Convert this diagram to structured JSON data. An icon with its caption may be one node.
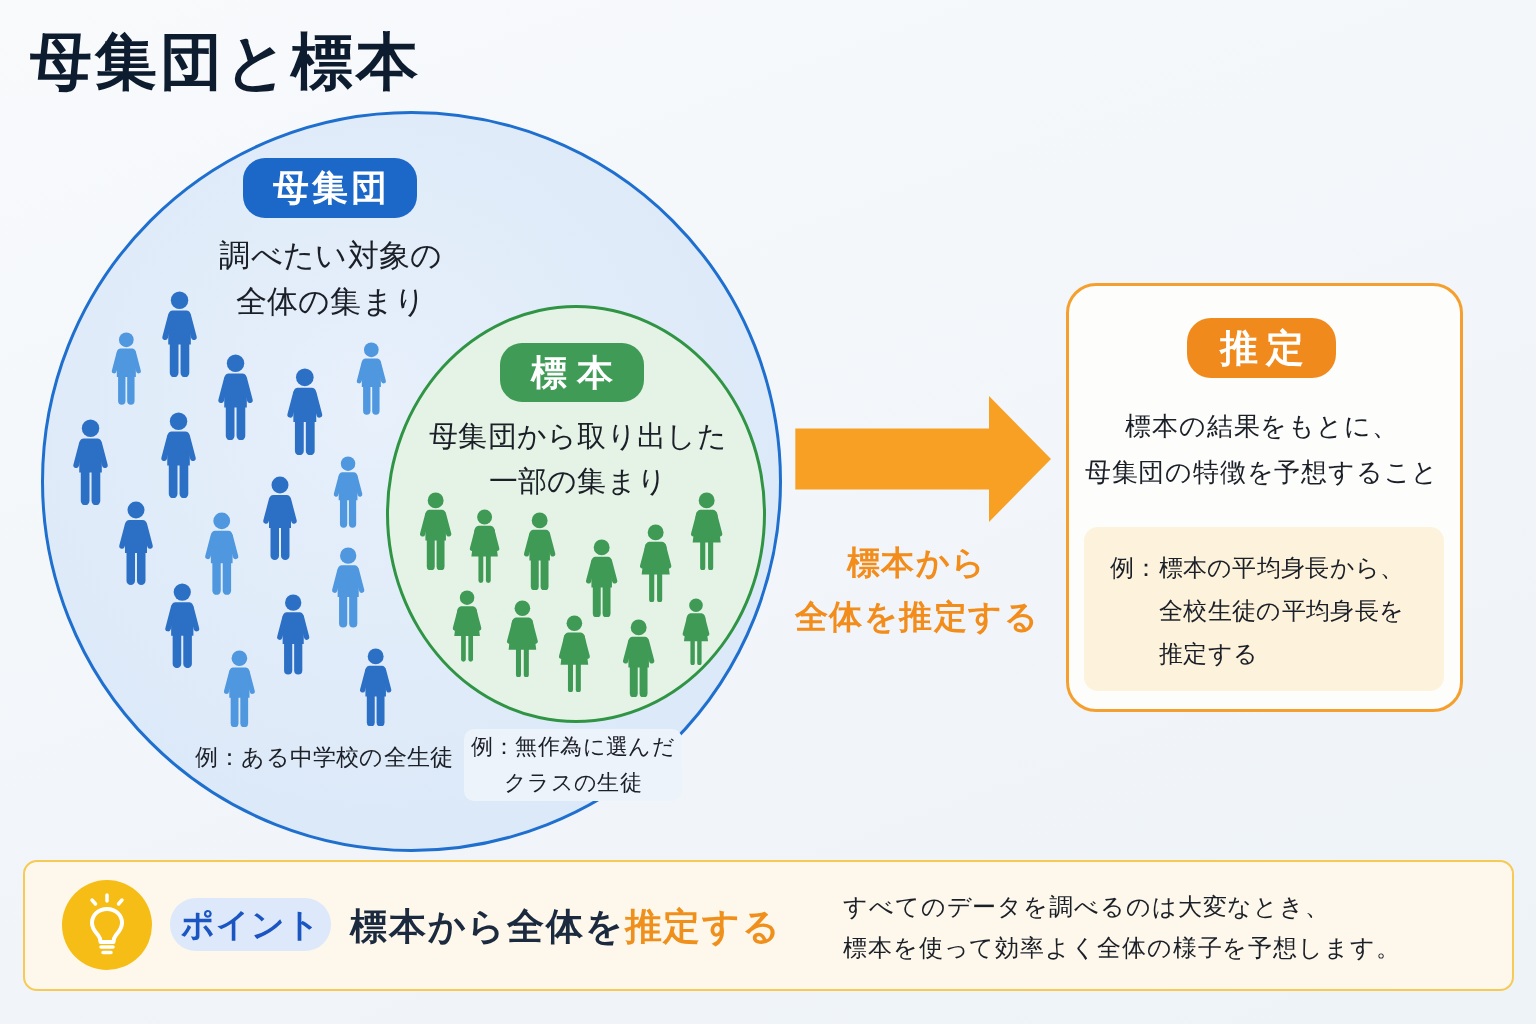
{
  "diagram": {
    "title": "母集団と標本",
    "nodes": [
      {
        "text": [
          "母集団",
          "調べたい対象の全体の集まり",
          "例：ある中学校の全生徒"
        ]
      },
      {
        "text": [
          "標本",
          "母集団から取り出した一部の集まり"
        ],
        "beside": [
          "例：無作為に選んだクラスの生徒"
        ],
        "in": 0
      },
      {
        "text": [
          "推定",
          "標本の結果をもとに、母集団の特徴を予想すること"
        ]
      },
      {
        "text": [
          "例：標本の平均身長から、全校生徒の平均身長を推定する"
        ],
        "in": 2
      },
      {
        "text": [
          "ポイント",
          "標本から全体を**推定する**",
          "すべてのデータを調べるのは大変なとき、標本を使って効率よく全体の様子を予想します。"
        ]
      }
    ],
    "edges": [
      {
        "from": 0,
        "to": 2,
        "arrow": "to",
        "label": "標本から全体を推定する"
      }
    ]
  }
}
